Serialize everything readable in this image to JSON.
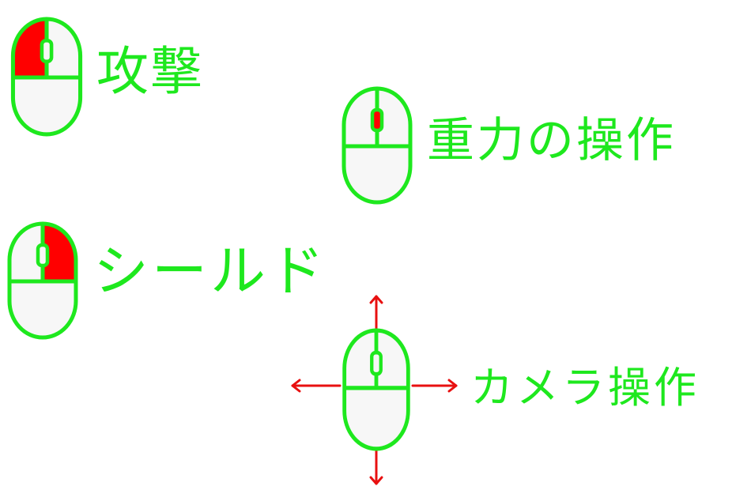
{
  "colors": {
    "outline": "#1ee81e",
    "highlight": "#ff0000",
    "mouse_fill": "#f7f7f7",
    "arrow": "#e81010",
    "background": "#ffffff"
  },
  "controls": [
    {
      "icon": "mouse-left-button-icon",
      "highlight": "left-button",
      "label": "攻撃"
    },
    {
      "icon": "mouse-wheel-icon",
      "highlight": "wheel",
      "label": "重力の操作"
    },
    {
      "icon": "mouse-right-button-icon",
      "highlight": "right-button",
      "label": "シールド"
    },
    {
      "icon": "mouse-move-icon",
      "highlight": "move-arrows",
      "label": "カメラ操作"
    }
  ]
}
